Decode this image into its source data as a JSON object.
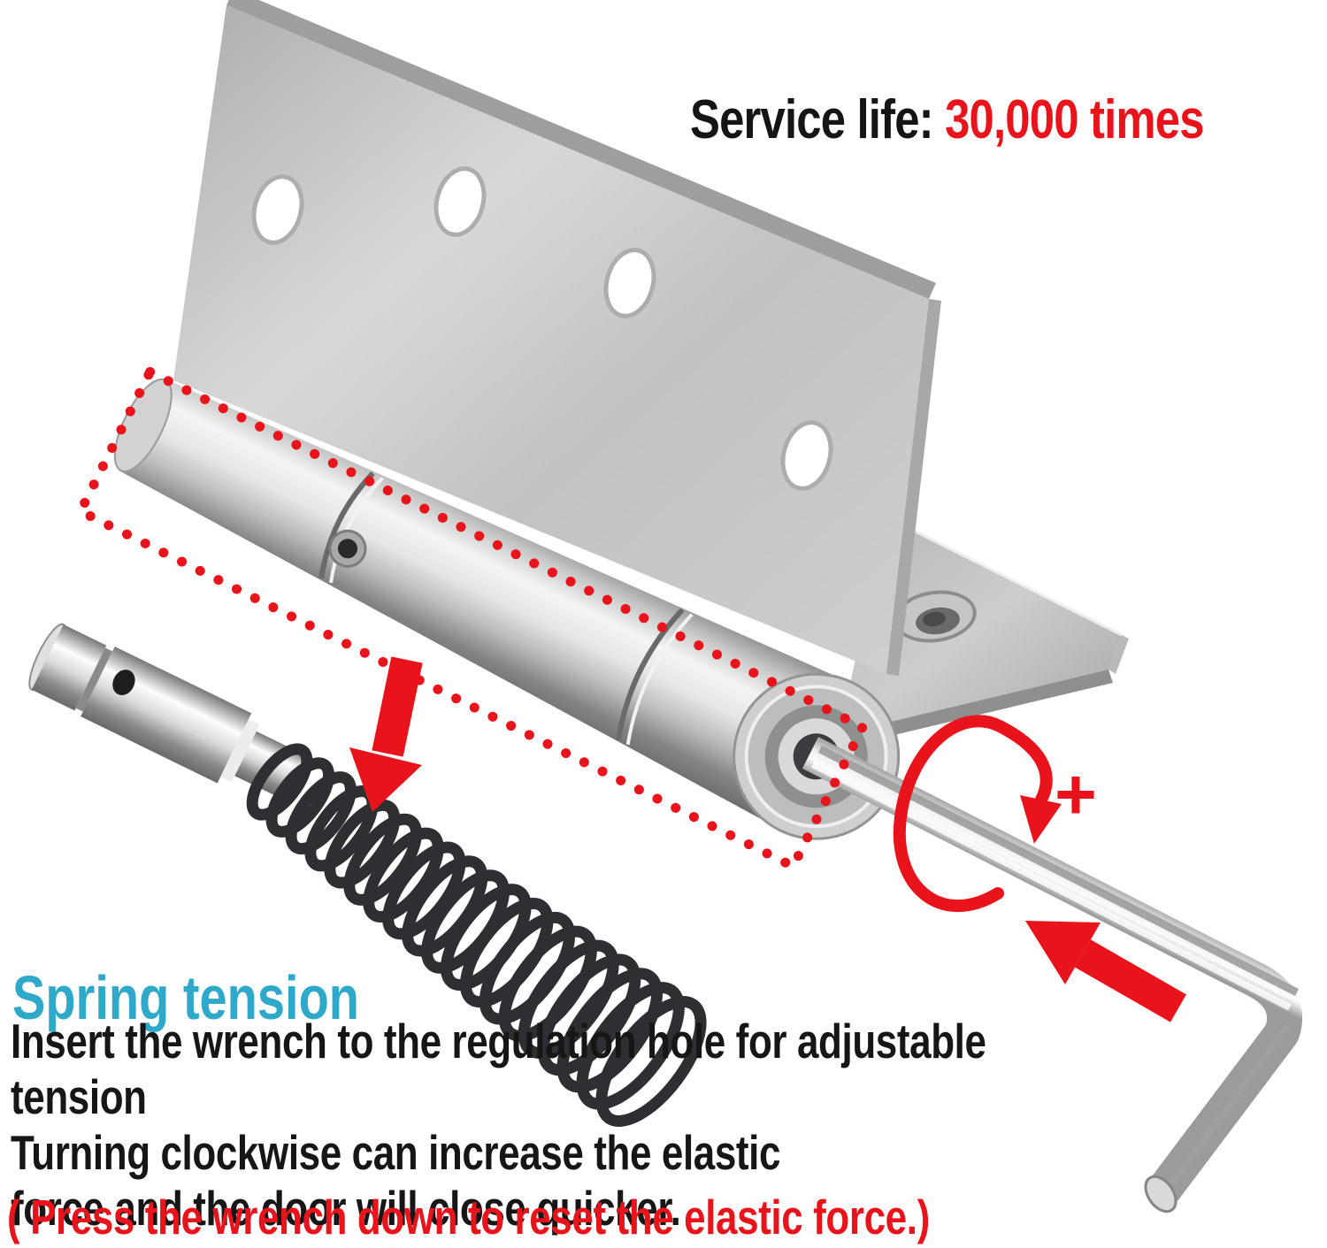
{
  "annotations": {
    "service_life": {
      "label": "Service life: ",
      "value": "30,000 times"
    },
    "spring_tension_label": "Spring tension",
    "instructions": "Insert the wrench to the  regulation hole for adjustable tension\nTurning clockwise can increase the elastic\nforce and the door will close quicker.",
    "reset_note": "( Press the wrench  down to reset the elastic force.)",
    "plus_sign": "+"
  },
  "colors": {
    "accent_red": "#e9141b",
    "spring_tension_teal": "#2ea9c9",
    "text_black": "#161616",
    "metal_light": "#f2f2f2",
    "metal_mid": "#bdbdbd",
    "metal_dark": "#6d6d6d",
    "spring_wire_dark": "#2f2f33"
  }
}
